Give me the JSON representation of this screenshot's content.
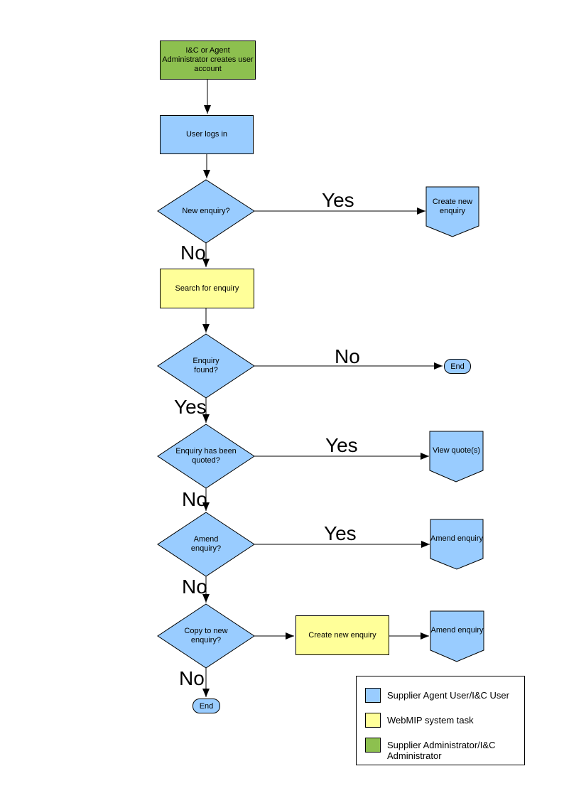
{
  "nodes": {
    "admin": "I&C or Agent Administrator creates user account",
    "login": "User logs in",
    "new_enquiry": "New enquiry?",
    "create_new_enquiry_offpage": "Create new enquiry",
    "search": "Search for enquiry",
    "enquiry_found": "Enquiry found?",
    "end_top": "End",
    "quoted": "Enquiry has been quoted?",
    "view_quotes": "View quote(s)",
    "amend": "Amend enquiry?",
    "amend_offpage_1": "Amend enquiry",
    "copy_new": "Copy to new enquiry?",
    "create_new_enquiry_task": "Create new enquiry",
    "amend_offpage_2": "Amend enquiry",
    "end_bottom": "End"
  },
  "edge_labels": {
    "new_enquiry_yes": "Yes",
    "new_enquiry_no": "No",
    "enquiry_found_no": "No",
    "enquiry_found_yes": "Yes",
    "quoted_yes": "Yes",
    "quoted_no": "No",
    "amend_yes": "Yes",
    "amend_no": "No",
    "copy_no": "No"
  },
  "legend": {
    "items": [
      {
        "label": "Supplier Agent User/I&C User",
        "color": "#99CCFF"
      },
      {
        "label": "WebMIP system task",
        "color": "#FFFF99"
      },
      {
        "label": "Supplier Administrator/I&C Administrator",
        "color": "#8DC04F"
      }
    ]
  },
  "colors": {
    "user_task": "#99CCFF",
    "system_task": "#FFFF99",
    "admin_task": "#8DC04F",
    "outline": "#000000"
  }
}
